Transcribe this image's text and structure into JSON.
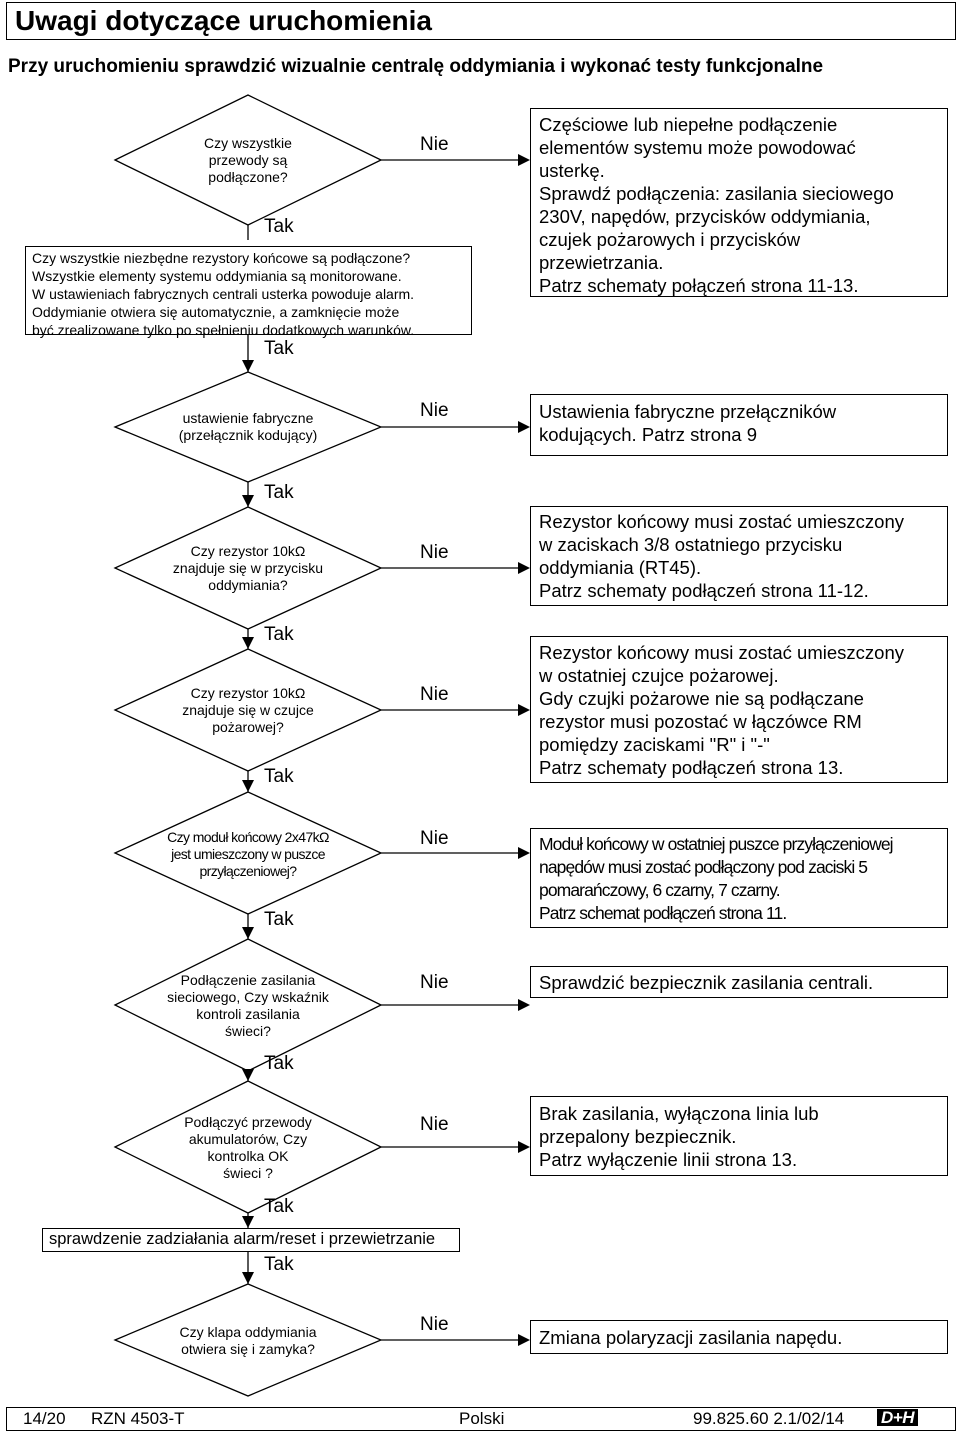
{
  "title": "Uwagi dotyczące uruchomienia",
  "subtitle": "Przy uruchomieniu sprawdzić wizualnie centralę oddymiania i wykonać testy funkcjonalne",
  "labels": {
    "yes": "Tak",
    "no": "Nie"
  },
  "checks": [
    {
      "question": [
        "Czy wszystkie",
        "przewody są",
        "podłączone?"
      ],
      "answer": [
        "Częściowe lub niepełne podłączenie",
        "elementów systemu może powodować",
        "usterkę.",
        "Sprawdź podłączenia: zasilania sieciowego",
        "230V, napędów, przycisków oddymiania,",
        "czujek pożarowych i przycisków",
        "przewietrzania.",
        "Patrz schematy połączeń strona 11-13."
      ]
    },
    {
      "question": [
        "ustawienie fabryczne",
        "(przełącznik kodujący)"
      ],
      "answer": [
        "Ustawienia fabryczne przełączników",
        "kodujących. Patrz strona 9"
      ]
    },
    {
      "question": [
        "Czy rezystor 10kΩ",
        "znajduje się w przycisku",
        "oddymiania?"
      ],
      "answer": [
        "Rezystor końcowy musi zostać umieszczony",
        "w zaciskach 3/8 ostatniego przycisku",
        "oddymiania (RT45).",
        "Patrz schematy podłączeń strona 11-12."
      ]
    },
    {
      "question": [
        "Czy rezystor 10kΩ",
        "znajduje się w czujce",
        "pożarowej?"
      ],
      "answer": [
        "Rezystor końcowy musi zostać umieszczony",
        "w ostatniej czujce pożarowej.",
        "Gdy czujki pożarowe nie są podłączane",
        "rezystor musi pozostać w łączówce RM",
        "pomiędzy zaciskami \"R\" i \"-\"",
        "Patrz schematy podłączeń strona 13."
      ]
    },
    {
      "question": [
        "Czy moduł końcowy 2x47kΩ",
        "jest umieszczony w puszce",
        "przyłączeniowej?"
      ],
      "answer": [
        "Moduł końcowy w ostatniej puszce przyłączeniowej",
        "napędów musi zostać podłączony pod zaciski 5",
        "pomarańczowy, 6 czarny, 7 czarny.",
        "Patrz schemat podłączeń strona 11."
      ]
    },
    {
      "question": [
        "Podłączenie zasilania",
        "sieciowego, Czy wskaźnik",
        "kontroli zasilania",
        "świeci?"
      ],
      "answer": [
        "Sprawdzić bezpiecznik zasilania centrali."
      ]
    },
    {
      "question": [
        "Podłączyć przewody",
        "akumulatorów, Czy",
        "kontrolka OK",
        "świeci ?"
      ],
      "answer": [
        "Brak zasilania, wyłączona linia lub",
        "przepalony bezpiecznik.",
        "Patrz wyłączenie linii strona 13."
      ]
    },
    {
      "question": [
        "Czy klapa oddymiania",
        "otwiera się i zamyka?"
      ],
      "answer": [
        "Zmiana polaryzacji zasilania napędu."
      ]
    }
  ],
  "note": [
    "Czy wszystkie niezbędne rezystory końcowe są podłączone?",
    "Wszystkie elementy systemu oddymiania są monitorowane.",
    "W ustawieniach fabrycznych centrali usterka powoduje alarm.",
    "Oddymianie otwiera się automatycznie, a zamknięcie może",
    "być zrealizowane tylko po spełnieniu dodatkowych warunków."
  ],
  "reset_step": "sprawdzenie zadziałania alarm/reset i przewietrzanie",
  "footer": {
    "page": "14/20",
    "doc": "RZN 4503-T",
    "language": "Polski",
    "code": "99.825.60 2.1/02/14",
    "logo": "D+H"
  }
}
